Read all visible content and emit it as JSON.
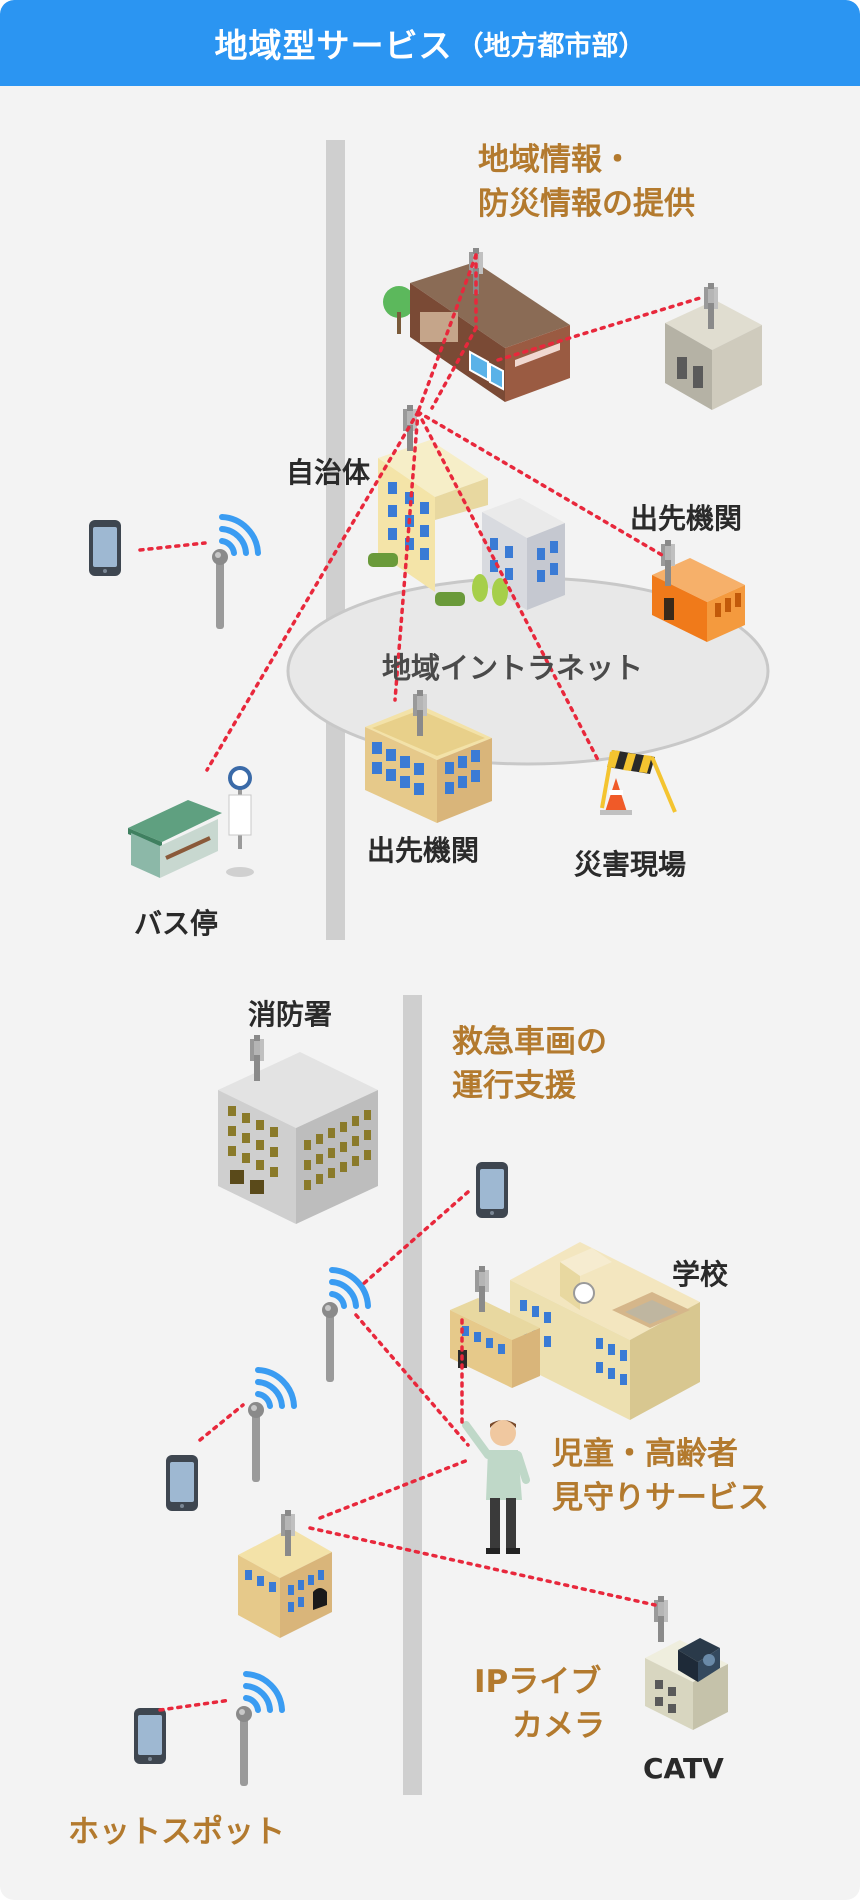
{
  "header": {
    "title": "地域型サービス",
    "subtitle": "（地方都市部）"
  },
  "colors": {
    "header": "#2b95f2",
    "accent": "#b37a2e",
    "link": "#e8283c",
    "wifi": "#3a9cf2",
    "road": "#cfcfcf"
  },
  "services": {
    "regional_info": [
      "地域情報・",
      "防災情報の提供"
    ],
    "ambulance": [
      "救急車画の",
      "運行支援"
    ],
    "watch": [
      "児童・高齢者",
      "見守りサービス"
    ],
    "ip_camera": [
      "IPライブ",
      "カメラ"
    ],
    "hotspot": "ホットスポット"
  },
  "places": {
    "municipality": "自治体",
    "branch_office_1": "出先機関",
    "branch_office_2": "出先機関",
    "intranet": "地域イントラネット",
    "disaster_site": "災害現場",
    "bus_stop": "バス停",
    "fire_station": "消防署",
    "school": "学校",
    "catv": "CATV"
  },
  "icons": [
    "antenna-icon",
    "wifi-icon",
    "smartphone-icon",
    "building-icon",
    "person-icon",
    "camera-icon",
    "traffic-cone-icon",
    "bus-stop-icon"
  ]
}
